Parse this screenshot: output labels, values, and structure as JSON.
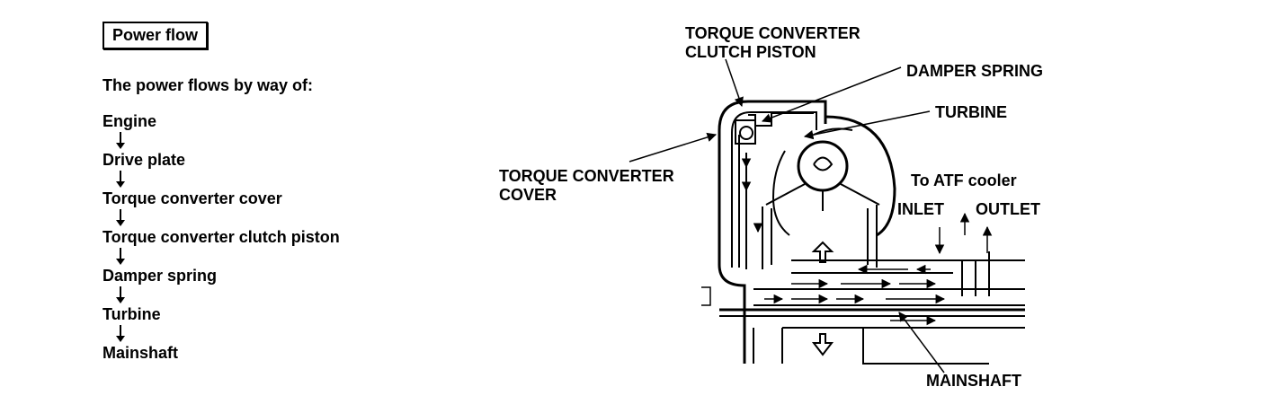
{
  "section_title": "Power flow",
  "intro": "The power flows by way of:",
  "flow_steps": [
    "Engine",
    "Drive plate",
    "Torque converter cover",
    "Torque converter clutch piston",
    "Damper spring",
    "Turbine",
    "Mainshaft"
  ],
  "diagram": {
    "labels": {
      "clutch_piston_1": "TORQUE CONVERTER",
      "clutch_piston_2": "CLUTCH PISTON",
      "damper_spring": "DAMPER SPRING",
      "turbine": "TURBINE",
      "cover_1": "TORQUE CONVERTER",
      "cover_2": "COVER",
      "atf_cooler": "To ATF cooler",
      "inlet": "INLET",
      "outlet": "OUTLET",
      "mainshaft": "MAINSHAFT"
    }
  }
}
